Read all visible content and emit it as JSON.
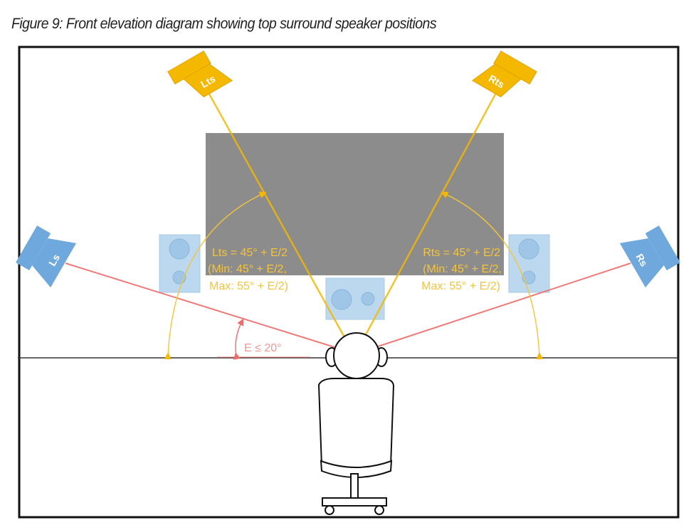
{
  "caption": "Figure 9: Front elevation diagram showing top surround speaker positions",
  "colors": {
    "top_surround": "#f5b800",
    "top_surround_text": "#f5c43a",
    "surround": "#6fa8dc",
    "surround_line": "#ee6c6c",
    "elevation_text": "#ec9a92",
    "screen": "#8c8c8c",
    "front_speaker_fill": "#bcd8ee",
    "front_speaker_driver": "#9fc6e6",
    "outline": "#111111"
  },
  "speakers": {
    "left_top_surround": {
      "label": "Lts"
    },
    "right_top_surround": {
      "label": "Rts"
    },
    "left_surround": {
      "label": "Ls"
    },
    "right_surround": {
      "label": "Rs"
    }
  },
  "annotations": {
    "lts": {
      "line1": "Lts = 45° + E/2",
      "line2": "(Min: 45° + E/2,",
      "line3": "Max: 55° + E/2)"
    },
    "rts": {
      "line1": "Rts = 45° + E/2",
      "line2": "(Min: 45° + E/2,",
      "line3": "Max: 55° + E/2)"
    },
    "elevation": "E ≤ 20°"
  }
}
